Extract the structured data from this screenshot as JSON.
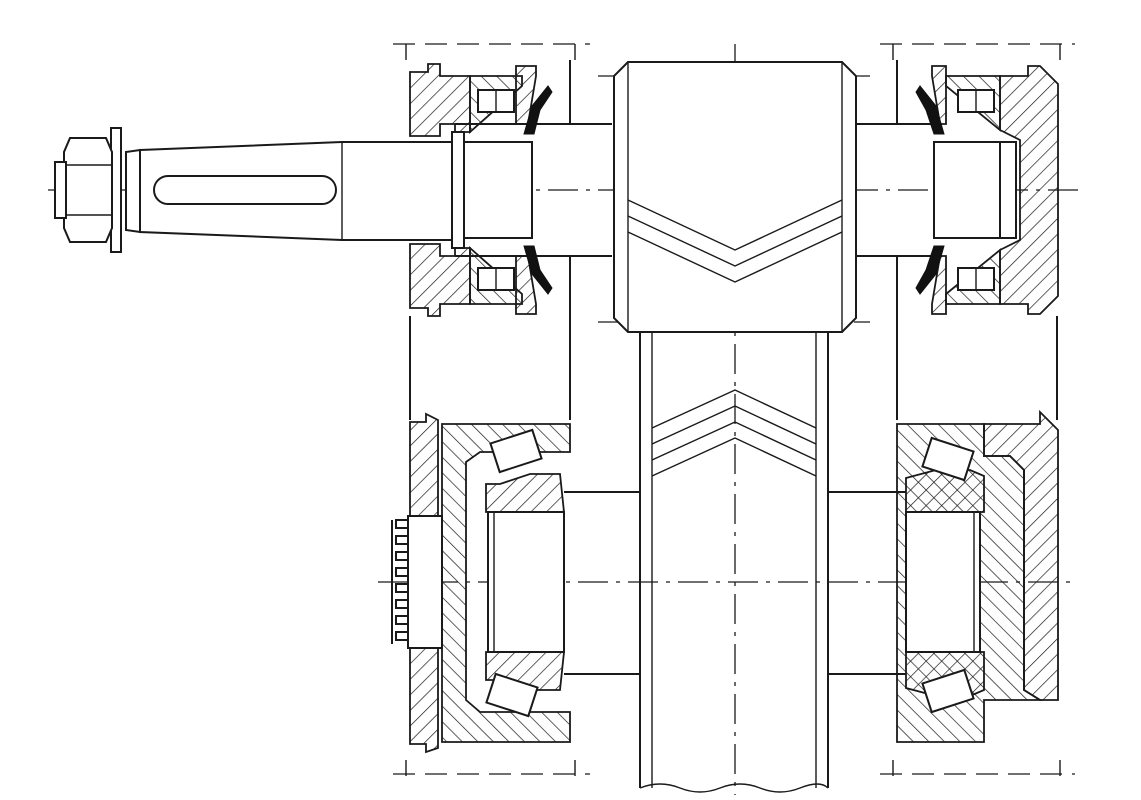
{
  "drawing": {
    "colors": {
      "line": "#1a1a1a",
      "background": "#ffffff",
      "seal": "#111111"
    },
    "components": [
      "input-shaft",
      "shaft-nut",
      "keyway",
      "pinion-gear-herringbone",
      "output-gear-herringbone",
      "output-shaft",
      "input-bearing-left",
      "input-bearing-right",
      "output-bearing-left",
      "output-bearing-right",
      "housing-wall-left",
      "housing-wall-right",
      "lip-seals",
      "spline-coupling"
    ]
  }
}
